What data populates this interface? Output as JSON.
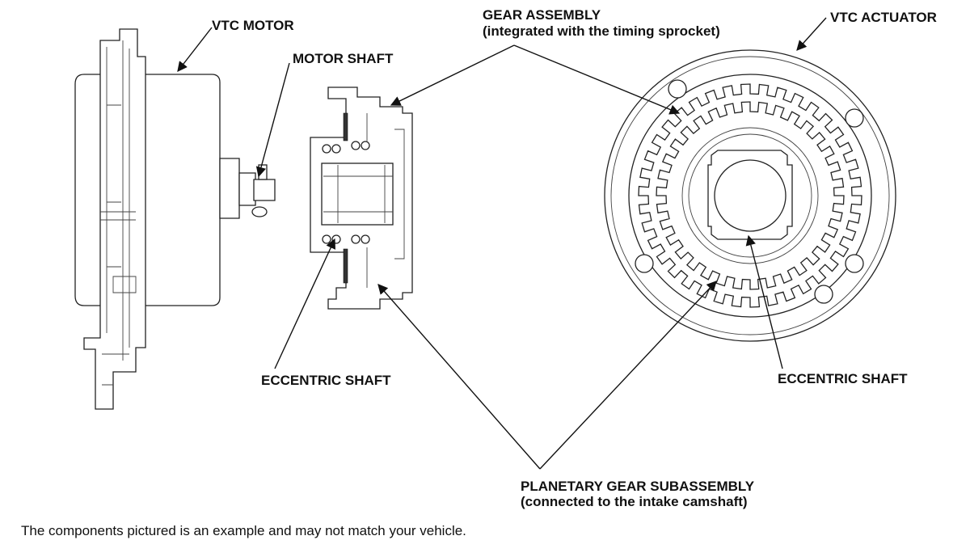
{
  "labels": {
    "vtc_motor": "VTC MOTOR",
    "motor_shaft": "MOTOR SHAFT",
    "gear_assembly_line1": "GEAR ASSEMBLY",
    "gear_assembly_line2": "(integrated with the timing sprocket)",
    "vtc_actuator": "VTC ACTUATOR",
    "eccentric_shaft_left": "ECCENTRIC SHAFT",
    "eccentric_shaft_right": "ECCENTRIC SHAFT",
    "planetary_line1": "PLANETARY GEAR SUBASSEMBLY",
    "planetary_line2": "(connected to the intake camshaft)"
  },
  "caption": "The components pictured is an example and may not match your vehicle."
}
